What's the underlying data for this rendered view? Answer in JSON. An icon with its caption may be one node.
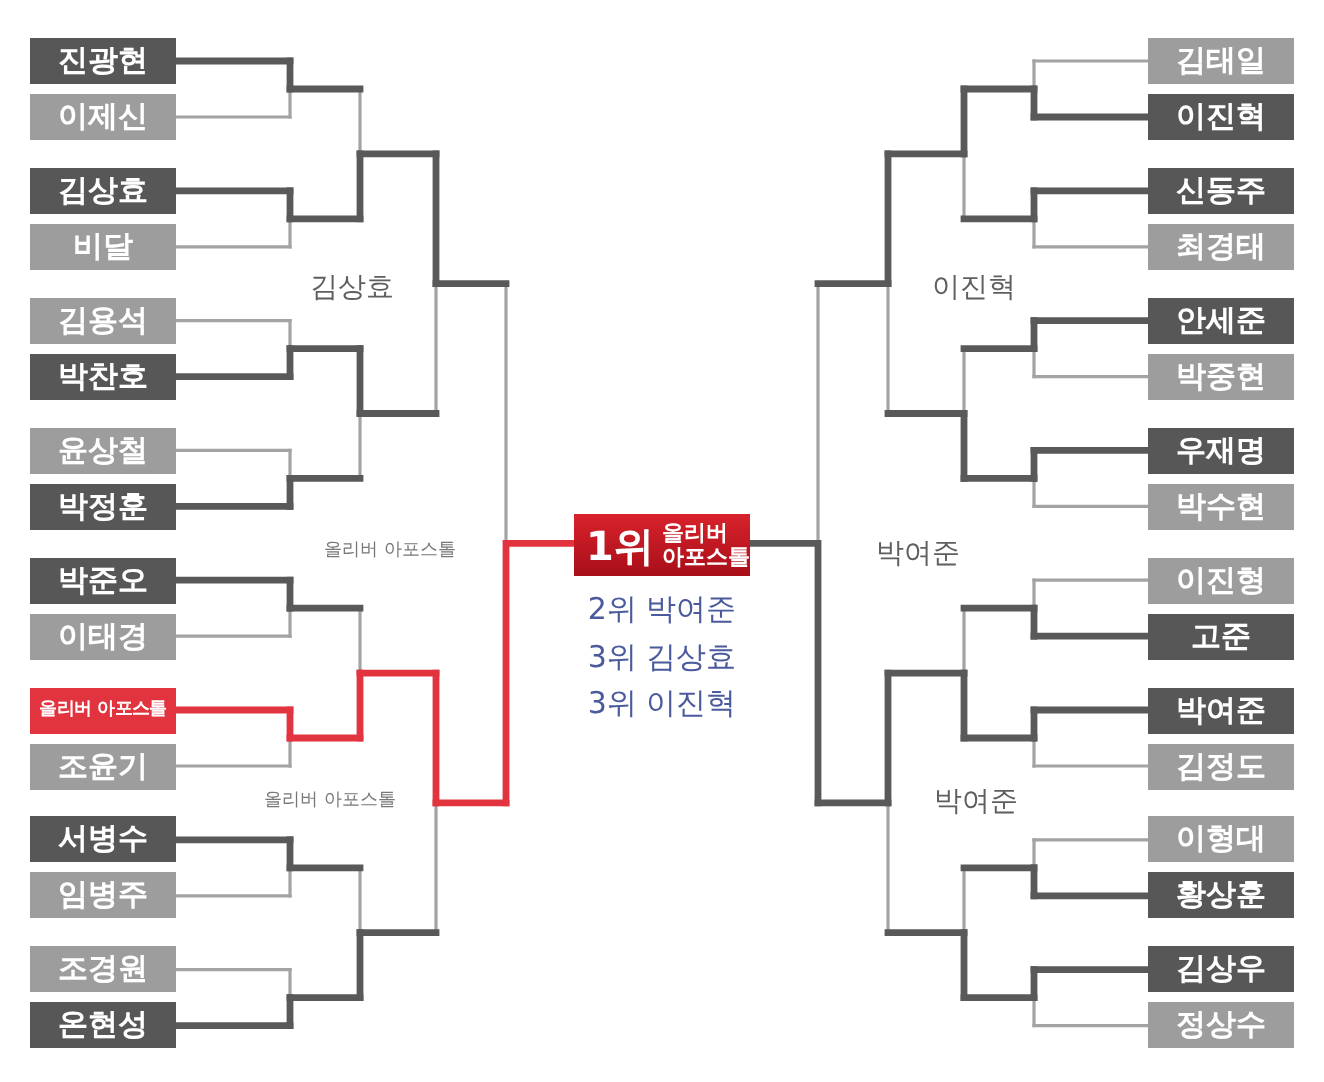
{
  "diagram": {
    "nodes": [
      {
        "text": [
          "진광현"
        ]
      },
      {
        "text": [
          "이제신"
        ]
      },
      {
        "text": [
          "김상효"
        ]
      },
      {
        "text": [
          "비달"
        ]
      },
      {
        "text": [
          "김용석"
        ]
      },
      {
        "text": [
          "박찬호"
        ]
      },
      {
        "text": [
          "윤상철"
        ]
      },
      {
        "text": [
          "박정훈"
        ]
      },
      {
        "text": [
          "박준오"
        ]
      },
      {
        "text": [
          "이태경"
        ]
      },
      {
        "text": [
          "올리버 아포스톨"
        ]
      },
      {
        "text": [
          "조윤기"
        ]
      },
      {
        "text": [
          "서병수"
        ]
      },
      {
        "text": [
          "임병주"
        ]
      },
      {
        "text": [
          "조경원"
        ]
      },
      {
        "text": [
          "온현성"
        ]
      },
      {
        "text": [
          "1위",
          "올리버 아포스톨"
        ],
        "beside": [
          "2위 박여준",
          "3위 김상효",
          "3위 이진혁"
        ]
      },
      {
        "text": [
          "김태일"
        ]
      },
      {
        "text": [
          "이진혁"
        ]
      },
      {
        "text": [
          "신동주"
        ]
      },
      {
        "text": [
          "최경태"
        ]
      },
      {
        "text": [
          "안세준"
        ]
      },
      {
        "text": [
          "박중현"
        ]
      },
      {
        "text": [
          "우재명"
        ]
      },
      {
        "text": [
          "박수현"
        ]
      },
      {
        "text": [
          "이진형"
        ]
      },
      {
        "text": [
          "고준"
        ]
      },
      {
        "text": [
          "박여준"
        ]
      },
      {
        "text": [
          "김정도"
        ]
      },
      {
        "text": [
          "이형대"
        ]
      },
      {
        "text": [
          "황상훈"
        ]
      },
      {
        "text": [
          "김상우"
        ]
      },
      {
        "text": [
          "정상수"
        ]
      }
    ],
    "labels": [
      "김상효",
      "이진혁",
      "올리버 아포스톨",
      "박여준",
      "올리버 아포스톨",
      "박여준"
    ]
  }
}
